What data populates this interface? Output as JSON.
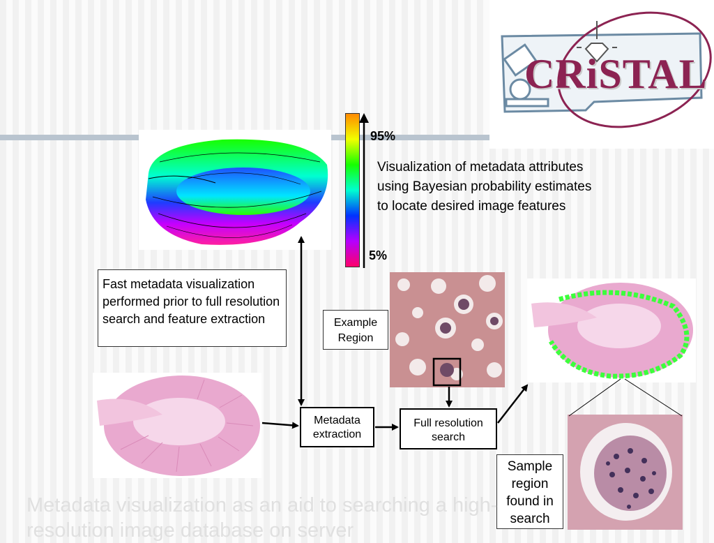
{
  "logo": {
    "text": "CRiSTAL"
  },
  "colorbar": {
    "top_label": "95%",
    "bottom_label": "5%"
  },
  "description": "Visualization of  metadata attributes using  Bayesian probability estimates to locate desired image features",
  "notes": {
    "fast": "Fast metadata visualization performed prior to full resolution search and feature extraction",
    "example_region": "Example Region",
    "sample_region": "Sample region found in search"
  },
  "process": {
    "metadata_extraction": "Metadata extraction",
    "full_resolution_search": "Full resolution search"
  },
  "footer": "Metadata visualization as an aid to searching a high-resolution image database on server",
  "colors": {
    "logo_brand": "#8c2352",
    "divider_bar": "#b9c4cf",
    "tissue_pink": "#e9a9cf",
    "highlight_green": "#3cff3c"
  }
}
